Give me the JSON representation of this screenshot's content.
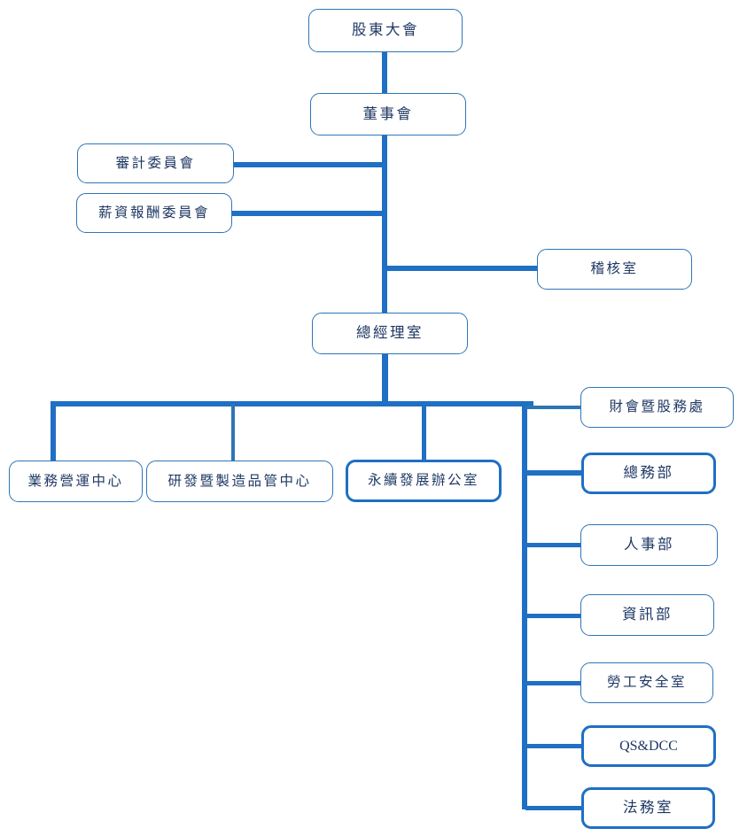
{
  "chart_data": {
    "type": "diagram",
    "title": "",
    "diagram_kind": "organizational-chart",
    "orientation": "top-down",
    "accent_color": "#1F6FC4",
    "border_color": "#2E75B6",
    "text_color": "#1F3864",
    "background": "#ffffff",
    "nodes": [
      {
        "id": "shareholders",
        "label": "股東大會",
        "level": 0
      },
      {
        "id": "board",
        "label": "董事會",
        "level": 1
      },
      {
        "id": "audit-cmte",
        "label": "審計委員會",
        "level": 2
      },
      {
        "id": "comp-cmte",
        "label": "薪資報酬委員會",
        "level": 2
      },
      {
        "id": "audit-office",
        "label": "稽核室",
        "level": 2
      },
      {
        "id": "president",
        "label": "總經理室",
        "level": 3
      },
      {
        "id": "sales-center",
        "label": "業務營運中心",
        "level": 4
      },
      {
        "id": "rd-center",
        "label": "研發暨製造品管中心",
        "level": 4
      },
      {
        "id": "esg-office",
        "label": "永續發展辦公室",
        "level": 4,
        "emphasis": true
      },
      {
        "id": "finance-dept",
        "label": "財會暨股務處",
        "level": 4
      },
      {
        "id": "general-affairs",
        "label": "總務部",
        "level": 4,
        "emphasis": true
      },
      {
        "id": "hr-dept",
        "label": "人事部",
        "level": 4
      },
      {
        "id": "it-dept",
        "label": "資訊部",
        "level": 4
      },
      {
        "id": "safety-office",
        "label": "勞工安全室",
        "level": 4
      },
      {
        "id": "qs-dcc",
        "label": "QS&DCC",
        "level": 4,
        "emphasis": true
      },
      {
        "id": "legal-office",
        "label": "法務室",
        "level": 4,
        "emphasis": true
      }
    ],
    "edges": [
      {
        "from": "shareholders",
        "to": "board"
      },
      {
        "from": "board",
        "to": "audit-cmte"
      },
      {
        "from": "board",
        "to": "comp-cmte"
      },
      {
        "from": "board",
        "to": "audit-office"
      },
      {
        "from": "board",
        "to": "president"
      },
      {
        "from": "president",
        "to": "sales-center"
      },
      {
        "from": "president",
        "to": "rd-center"
      },
      {
        "from": "president",
        "to": "esg-office"
      },
      {
        "from": "president",
        "to": "finance-dept"
      },
      {
        "from": "president",
        "to": "general-affairs"
      },
      {
        "from": "president",
        "to": "hr-dept"
      },
      {
        "from": "president",
        "to": "it-dept"
      },
      {
        "from": "president",
        "to": "safety-office"
      },
      {
        "from": "president",
        "to": "qs-dcc"
      },
      {
        "from": "president",
        "to": "legal-office"
      }
    ]
  },
  "boxes": {
    "shareholders": "股東大會",
    "board": "董事會",
    "audit_committee": "審計委員會",
    "compensation_committee": "薪資報酬委員會",
    "audit_office": "稽核室",
    "president_office": "總經理室",
    "sales_operations_center": "業務營運中心",
    "rd_manufacturing_qc_center": "研發暨製造品管中心",
    "sustainable_development_office": "永續發展辦公室",
    "finance_stock_affairs": "財會暨股務處",
    "general_affairs_dept": "總務部",
    "hr_dept": "人事部",
    "it_dept": "資訊部",
    "labor_safety_office": "勞工安全室",
    "qs_dcc": "QS&DCC",
    "legal_office": "法務室"
  }
}
